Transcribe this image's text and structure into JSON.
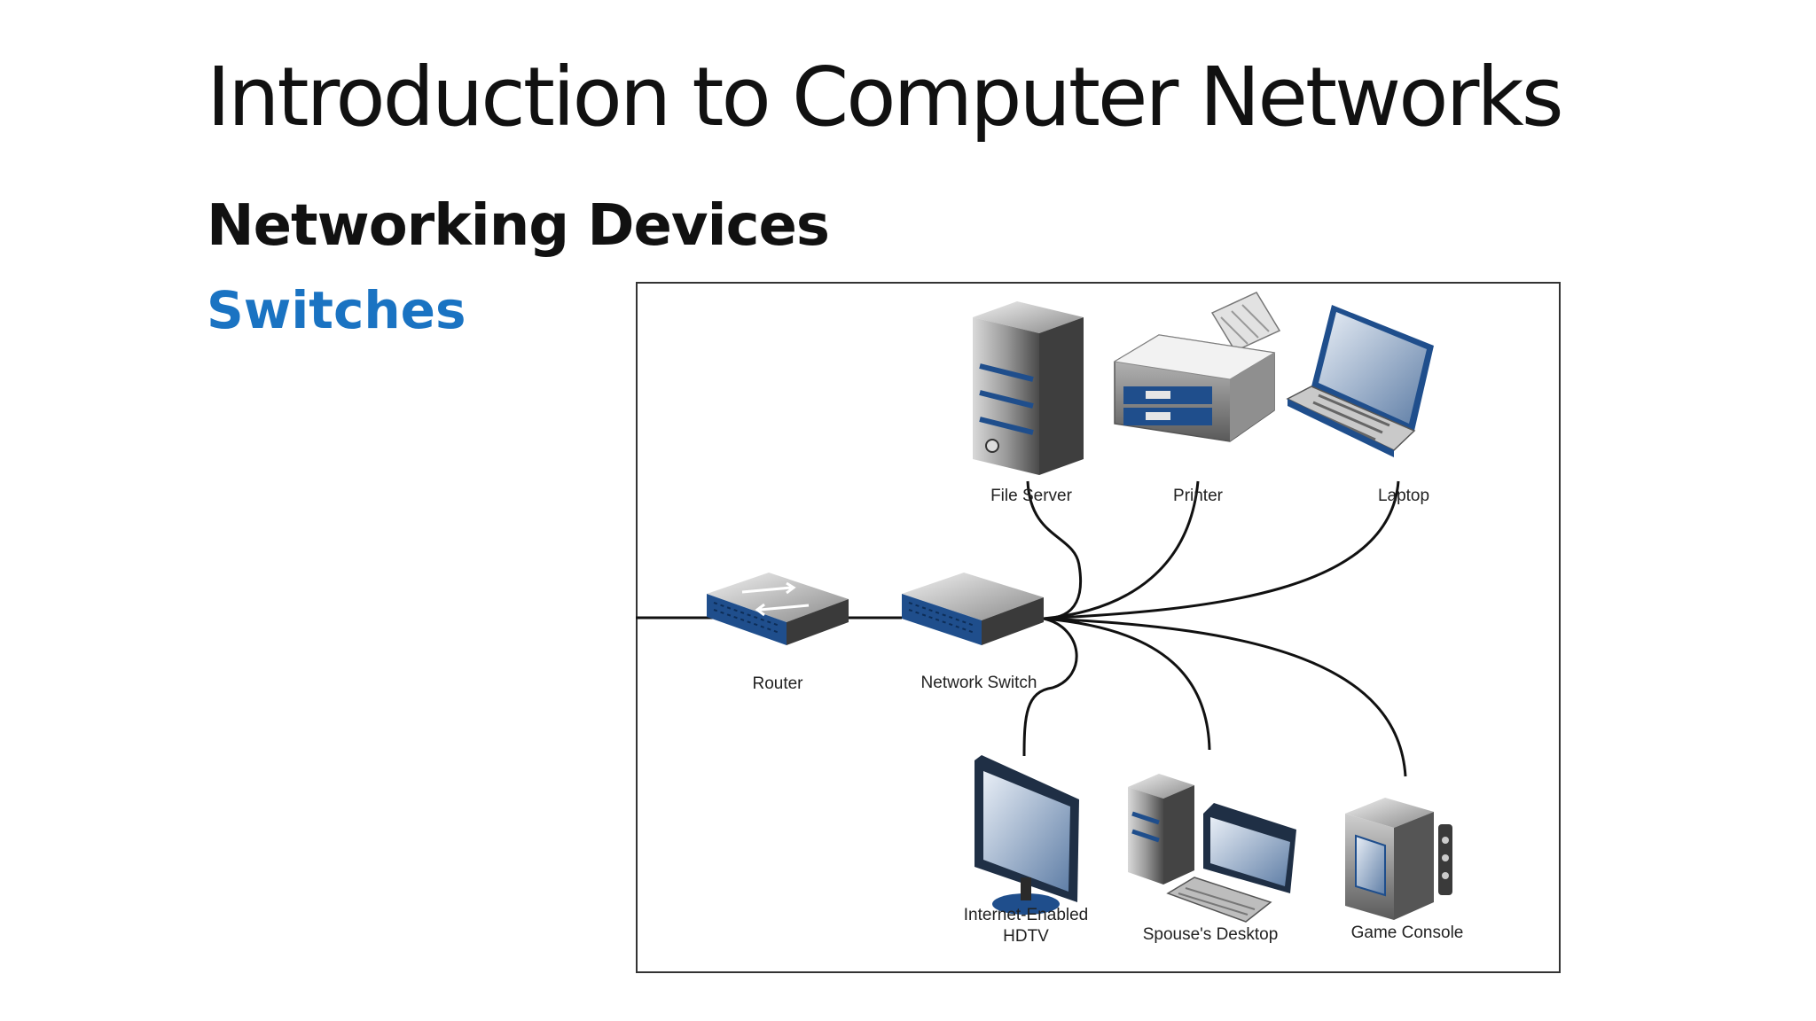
{
  "slide": {
    "title": "Introduction to Computer Networks",
    "subtitle": "Networking Devices",
    "topic": "Switches"
  },
  "diagram": {
    "nodes": {
      "file_server": "File Server",
      "printer": "Printer",
      "laptop": "Laptop",
      "router": "Router",
      "network_switch": "Network Switch",
      "hdtv_line1": "Internet-Enabled",
      "hdtv_line2": "HDTV",
      "spouses_desktop": "Spouse's Desktop",
      "game_console": "Game Console"
    },
    "edges": [
      [
        "router",
        "network_switch"
      ],
      [
        "network_switch",
        "file_server"
      ],
      [
        "network_switch",
        "printer"
      ],
      [
        "network_switch",
        "laptop"
      ],
      [
        "network_switch",
        "hdtv"
      ],
      [
        "network_switch",
        "spouses_desktop"
      ],
      [
        "network_switch",
        "game_console"
      ]
    ],
    "colors": {
      "device_blue": "#1f4e8c",
      "device_gray": "#6b6b6b",
      "cable": "#111111",
      "frame": "#333333"
    }
  }
}
